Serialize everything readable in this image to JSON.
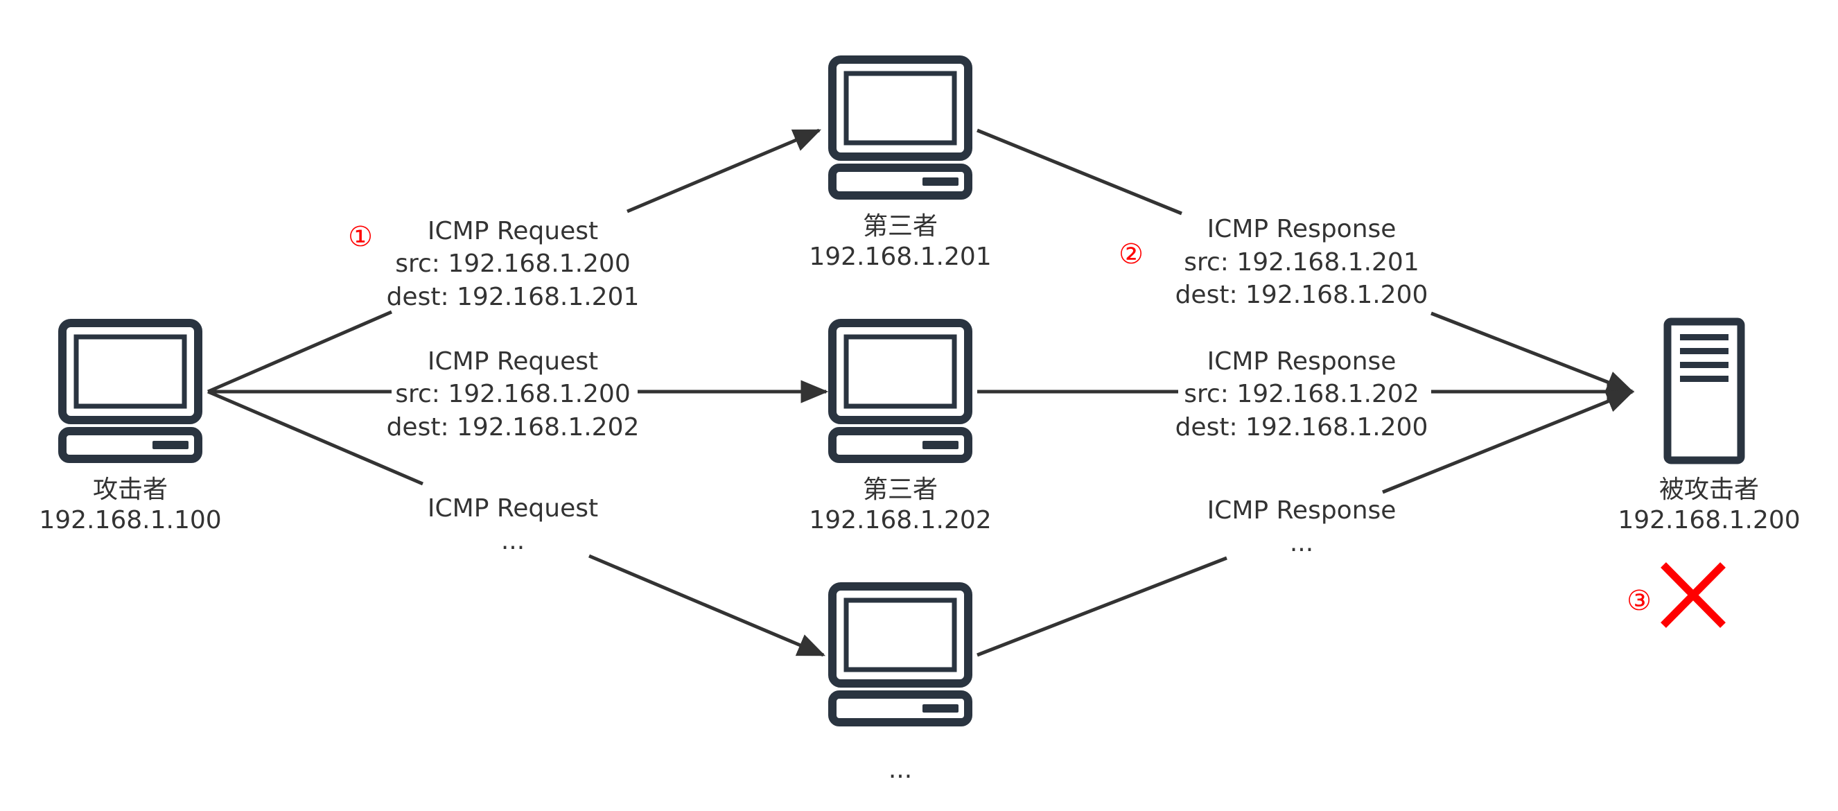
{
  "nodes": {
    "attacker": {
      "name": "攻击者",
      "ip": "192.168.1.100"
    },
    "third1": {
      "name": "第三者",
      "ip": "192.168.1.201"
    },
    "third2": {
      "name": "第三者",
      "ip": "192.168.1.202"
    },
    "third3": {
      "name": "..."
    },
    "victim": {
      "name": "被攻击者",
      "ip": "192.168.1.200"
    }
  },
  "edges": {
    "req1": {
      "title": "ICMP Request",
      "src": "src: 192.168.1.200",
      "dest": "dest: 192.168.1.201"
    },
    "req2": {
      "title": "ICMP Request",
      "src": "src: 192.168.1.200",
      "dest": "dest: 192.168.1.202"
    },
    "req3": {
      "title": "ICMP Request",
      "more": "..."
    },
    "resp1": {
      "title": "ICMP Response",
      "src": "src: 192.168.1.201",
      "dest": "dest: 192.168.1.200"
    },
    "resp2": {
      "title": "ICMP Response",
      "src": "src: 192.168.1.202",
      "dest": "dest: 192.168.1.200"
    },
    "resp3": {
      "title": "ICMP Response",
      "more": "..."
    }
  },
  "steps": [
    "①",
    "②",
    "③"
  ],
  "colors": {
    "line": "#333333",
    "device": "#2a3440",
    "accent": "#ff0000"
  },
  "icons": {
    "attacker": "computer-icon",
    "third_party": "computer-icon",
    "victim": "server-icon",
    "failure": "red-x-icon"
  }
}
